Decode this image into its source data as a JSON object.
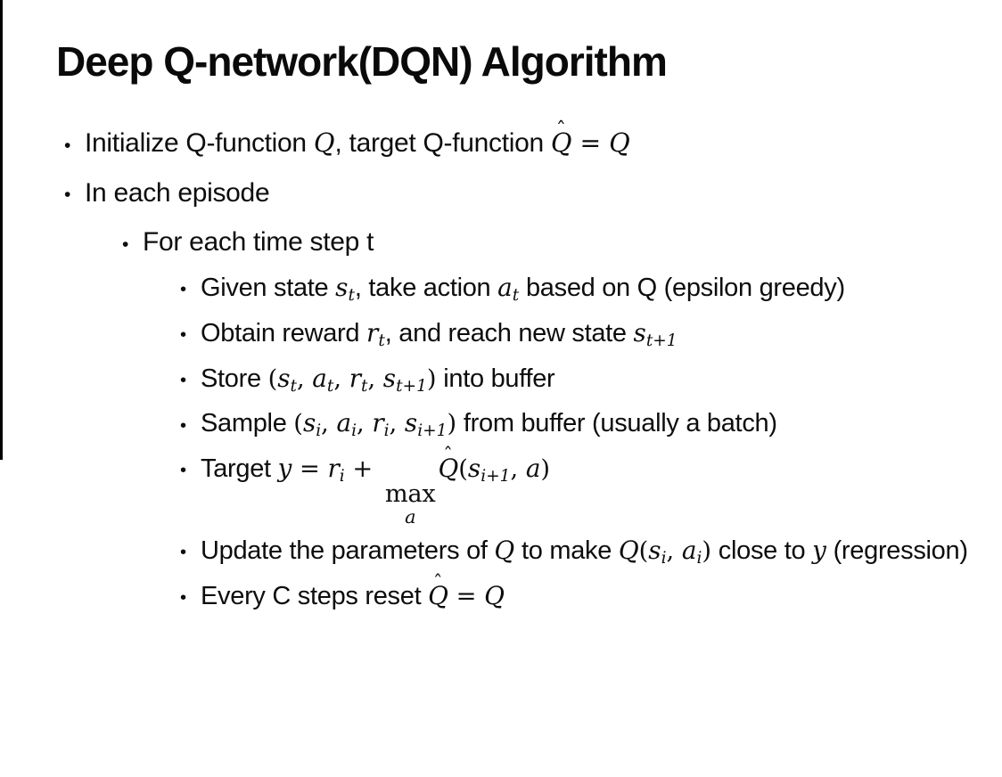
{
  "page": {
    "background_color": "#ffffff",
    "edge_line_color": "#000000"
  },
  "slide": {
    "title": "Deep Q-network(DQN) Algorithm",
    "bullets": [
      {
        "level": 1,
        "segments": [
          {
            "t": "Initialize Q-function ",
            "s": "p"
          },
          {
            "t": "Q",
            "s": "m"
          },
          {
            "t": ", target Q-function ",
            "s": "p"
          },
          {
            "t": "Q",
            "s": "mh",
            "hat": true
          },
          {
            "t": " = ",
            "s": "o"
          },
          {
            "t": "Q",
            "s": "m"
          }
        ]
      },
      {
        "level": 1,
        "segments": [
          {
            "t": "In each episode",
            "s": "p"
          }
        ]
      },
      {
        "level": 2,
        "segments": [
          {
            "t": "For each time step t",
            "s": "p"
          }
        ]
      },
      {
        "level": 3,
        "segments": [
          {
            "t": "Given state ",
            "s": "p"
          },
          {
            "t": "s",
            "s": "m"
          },
          {
            "t": "t",
            "s": "ms"
          },
          {
            "t": ", take action ",
            "s": "p"
          },
          {
            "t": "a",
            "s": "m"
          },
          {
            "t": "t",
            "s": "ms"
          },
          {
            "t": " based on Q (epsilon greedy)",
            "s": "p"
          }
        ]
      },
      {
        "level": 3,
        "segments": [
          {
            "t": "Obtain reward ",
            "s": "p"
          },
          {
            "t": "r",
            "s": "m"
          },
          {
            "t": "t",
            "s": "ms"
          },
          {
            "t": ", and reach new state ",
            "s": "p"
          },
          {
            "t": "s",
            "s": "m"
          },
          {
            "t": "t+1",
            "s": "ms"
          }
        ]
      },
      {
        "level": 3,
        "segments": [
          {
            "t": "Store ",
            "s": "p"
          },
          {
            "t": "(",
            "s": "o"
          },
          {
            "t": "s",
            "s": "m"
          },
          {
            "t": "t",
            "s": "ms"
          },
          {
            "t": ", ",
            "s": "o"
          },
          {
            "t": "a",
            "s": "m"
          },
          {
            "t": "t",
            "s": "ms"
          },
          {
            "t": ", ",
            "s": "o"
          },
          {
            "t": "r",
            "s": "m"
          },
          {
            "t": "t",
            "s": "ms"
          },
          {
            "t": ", ",
            "s": "o"
          },
          {
            "t": "s",
            "s": "m"
          },
          {
            "t": "t+1",
            "s": "ms"
          },
          {
            "t": ")",
            "s": "o"
          },
          {
            "t": " into buffer",
            "s": "p"
          }
        ]
      },
      {
        "level": 3,
        "segments": [
          {
            "t": "Sample ",
            "s": "p"
          },
          {
            "t": "(",
            "s": "o"
          },
          {
            "t": "s",
            "s": "m"
          },
          {
            "t": "i",
            "s": "ms"
          },
          {
            "t": ", ",
            "s": "o"
          },
          {
            "t": "a",
            "s": "m"
          },
          {
            "t": "i",
            "s": "ms"
          },
          {
            "t": ", ",
            "s": "o"
          },
          {
            "t": "r",
            "s": "m"
          },
          {
            "t": "i",
            "s": "ms"
          },
          {
            "t": ", ",
            "s": "o"
          },
          {
            "t": "s",
            "s": "m"
          },
          {
            "t": "i+1",
            "s": "ms"
          },
          {
            "t": ")",
            "s": "o"
          },
          {
            "t": " from buffer (usually a batch)",
            "s": "p"
          }
        ]
      },
      {
        "level": 3,
        "segments": [
          {
            "t": "Target ",
            "s": "p"
          },
          {
            "t": "y",
            "s": "m"
          },
          {
            "t": " = ",
            "s": "o"
          },
          {
            "t": "r",
            "s": "m"
          },
          {
            "t": "i",
            "s": "ms"
          },
          {
            "t": " + ",
            "s": "o"
          },
          {
            "t": "max",
            "s": "mx",
            "u": "a"
          },
          {
            "t": "Q",
            "s": "mh",
            "hat": true
          },
          {
            "t": "(",
            "s": "o"
          },
          {
            "t": "s",
            "s": "m"
          },
          {
            "t": "i+1",
            "s": "ms"
          },
          {
            "t": ", ",
            "s": "o"
          },
          {
            "t": "a",
            "s": "m"
          },
          {
            "t": ")",
            "s": "o"
          }
        ]
      },
      {
        "level": 3,
        "segments": [
          {
            "t": "Update the parameters of ",
            "s": "p"
          },
          {
            "t": "Q",
            "s": "m"
          },
          {
            "t": " to make ",
            "s": "p"
          },
          {
            "t": "Q",
            "s": "m"
          },
          {
            "t": "(",
            "s": "o"
          },
          {
            "t": "s",
            "s": "m"
          },
          {
            "t": "i",
            "s": "ms"
          },
          {
            "t": ", ",
            "s": "o"
          },
          {
            "t": "a",
            "s": "m"
          },
          {
            "t": "i",
            "s": "ms"
          },
          {
            "t": ")",
            "s": "o"
          },
          {
            "t": " close to ",
            "s": "p"
          },
          {
            "t": "y",
            "s": "m"
          },
          {
            "t": " (regression)",
            "s": "p"
          }
        ]
      },
      {
        "level": 3,
        "segments": [
          {
            "t": "Every C steps reset ",
            "s": "p"
          },
          {
            "t": "Q",
            "s": "mh",
            "hat": true
          },
          {
            "t": " = ",
            "s": "o"
          },
          {
            "t": "Q",
            "s": "m"
          }
        ]
      }
    ]
  }
}
